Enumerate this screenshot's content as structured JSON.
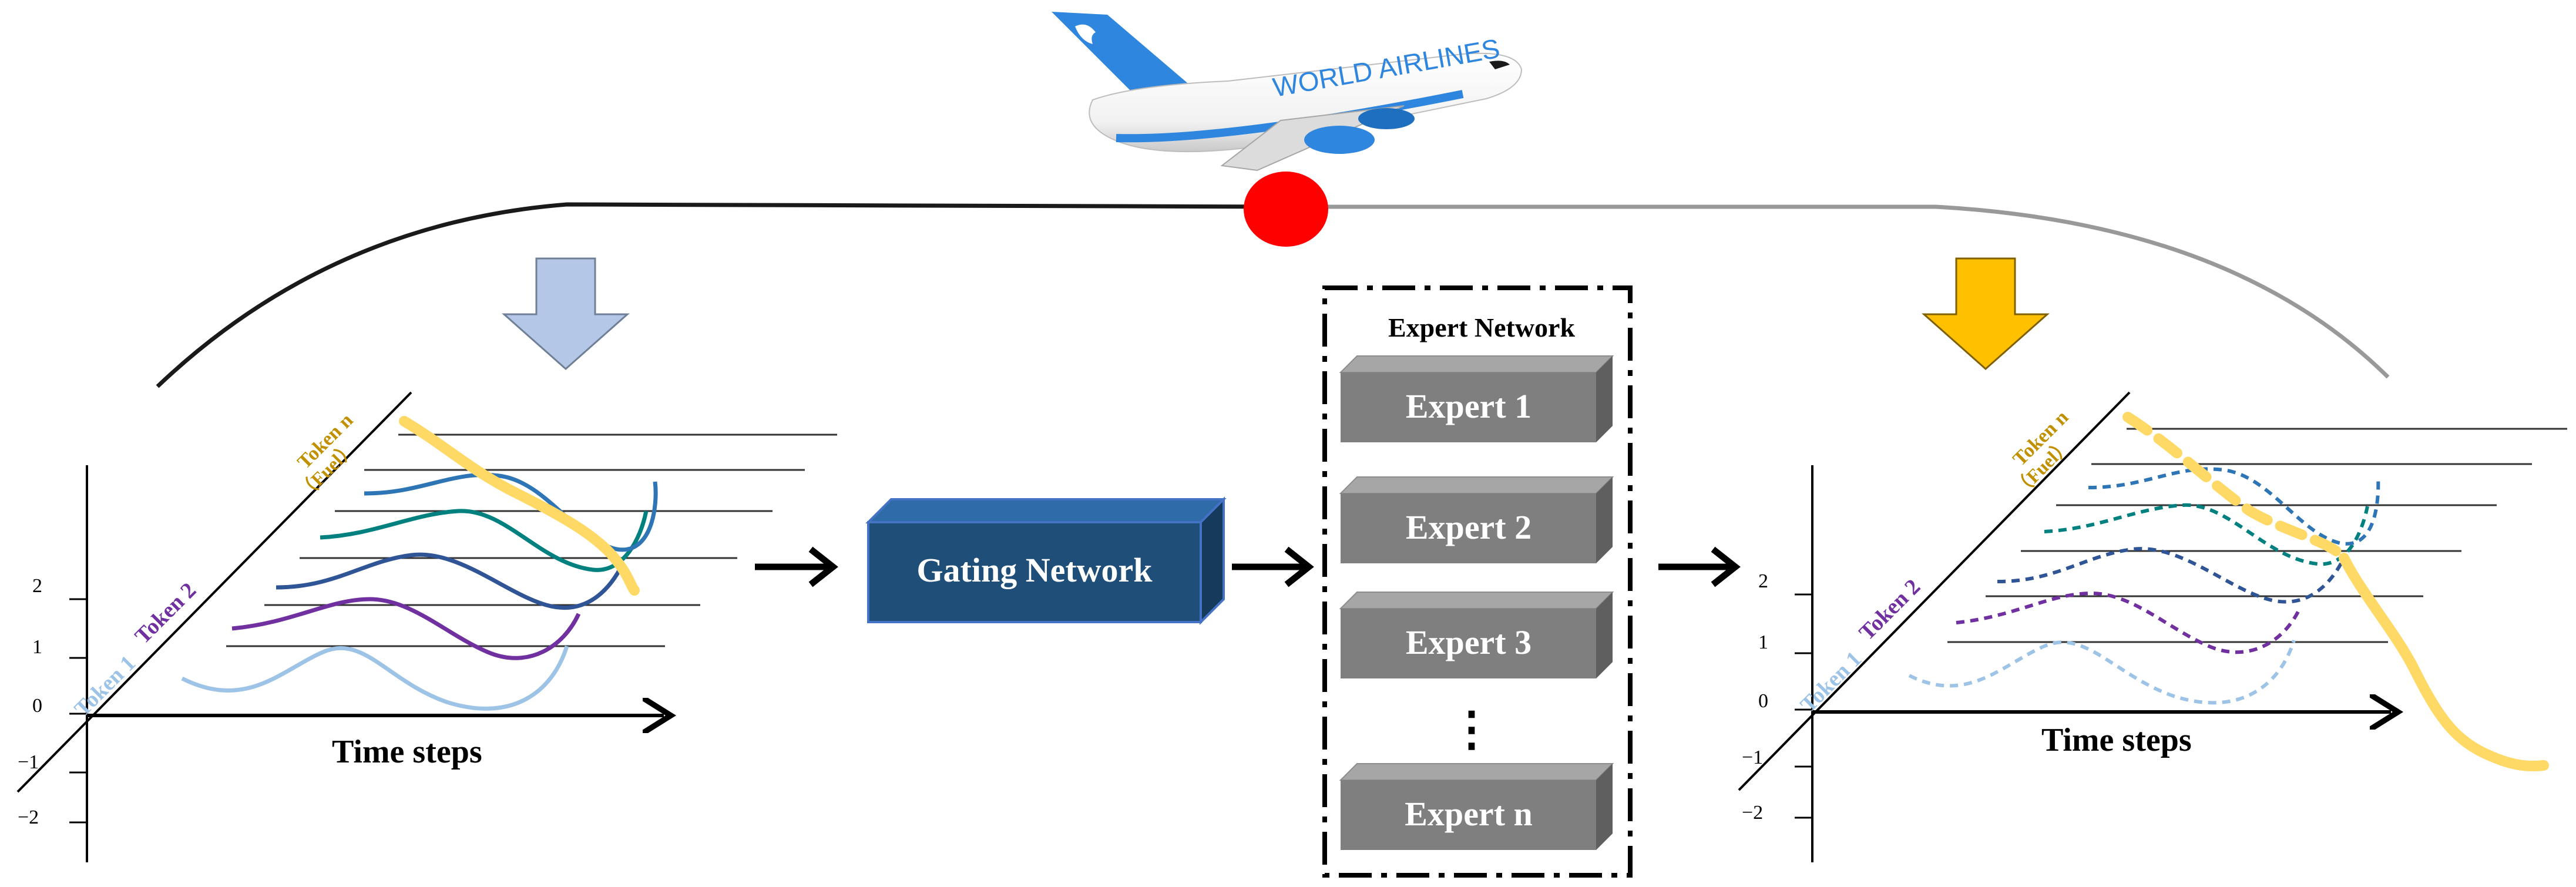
{
  "airplane": {
    "livery_text": "WORLD AIRLINES"
  },
  "left_panel": {
    "y_ticks": [
      "2",
      "1",
      "0",
      "−1",
      "−2"
    ],
    "token_1": "Token 1",
    "token_2": "Token 2",
    "token_n": "Token n",
    "token_n_sub": "（Fuel）",
    "x_label": "Time steps"
  },
  "right_panel": {
    "y_ticks": [
      "2",
      "1",
      "0",
      "−1",
      "−2"
    ],
    "token_1": "Token 1",
    "token_2": "Token 2",
    "token_n": "Token n",
    "token_n_sub": "（Fuel）",
    "x_label": "Time steps"
  },
  "gating": {
    "label": "Gating Network"
  },
  "experts": {
    "title": "Expert Network",
    "items": [
      "Expert 1",
      "Expert 2",
      "Expert 3",
      "Expert n"
    ],
    "ellipsis": "⋮"
  },
  "colors": {
    "input_arrow": "#b4c7e7",
    "output_arrow": "#ffc000",
    "gating_box": "#1f4e79",
    "expert_box": "#7f7f7f",
    "fuel_line": "#ffd966",
    "marker": "#ff0000",
    "token_colors": [
      "#9dc3e6",
      "#7030a0",
      "#2f5597",
      "#00807f",
      "#2e75b6"
    ]
  }
}
